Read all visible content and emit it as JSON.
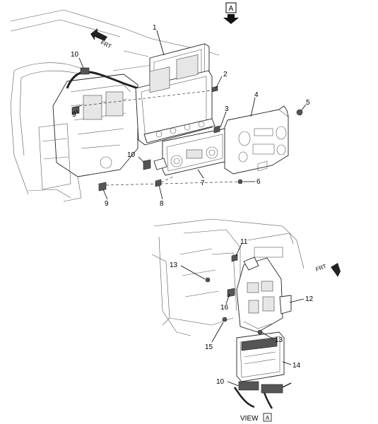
{
  "view_marker": "A",
  "front_label": "FRT",
  "view_label": "VIEW",
  "callouts": [
    {
      "id": "c1",
      "text": "1"
    },
    {
      "id": "c2",
      "text": "2"
    },
    {
      "id": "c3",
      "text": "3"
    },
    {
      "id": "c4",
      "text": "4"
    },
    {
      "id": "c5",
      "text": "5"
    },
    {
      "id": "c6",
      "text": "6"
    },
    {
      "id": "c7",
      "text": "7"
    },
    {
      "id": "c8",
      "text": "8"
    },
    {
      "id": "c9a",
      "text": "9"
    },
    {
      "id": "c9b",
      "text": "9"
    },
    {
      "id": "c10a",
      "text": "10"
    },
    {
      "id": "c10b",
      "text": "10"
    },
    {
      "id": "c10c",
      "text": "10"
    },
    {
      "id": "c11",
      "text": "11"
    },
    {
      "id": "c12",
      "text": "12"
    },
    {
      "id": "c13a",
      "text": "13"
    },
    {
      "id": "c13b",
      "text": "13"
    },
    {
      "id": "c14",
      "text": "14"
    },
    {
      "id": "c15",
      "text": "15"
    },
    {
      "id": "c16",
      "text": "16"
    }
  ]
}
